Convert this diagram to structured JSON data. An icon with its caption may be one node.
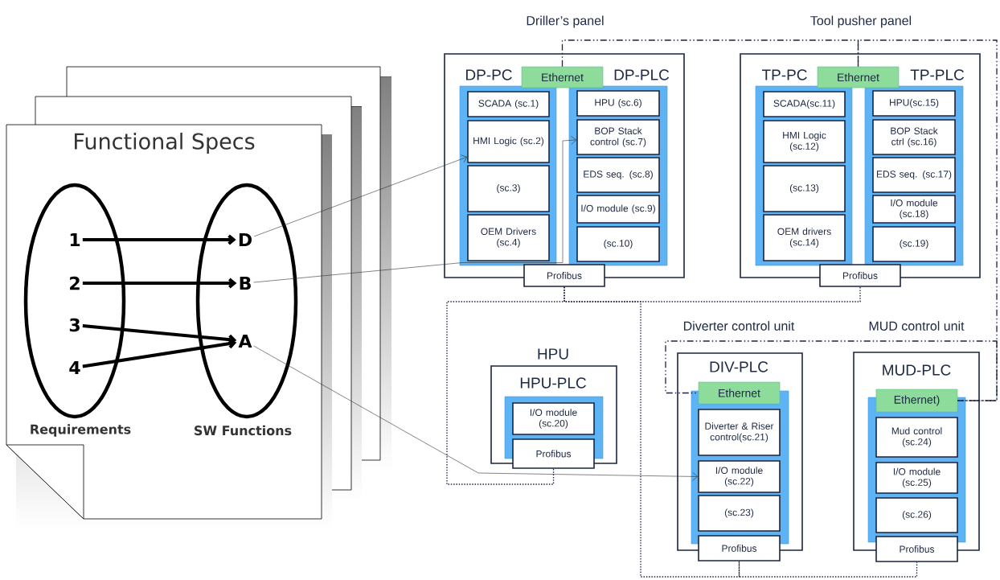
{
  "diagram": {
    "nodes": [
      {
        "text": [
          "Functional Specs"
        ]
      },
      {
        "text": [
          "Requirements"
        ],
        "in": 0
      },
      {
        "text": [
          "SW Functions"
        ],
        "in": 0
      },
      {
        "text": [
          "1"
        ],
        "in": 1
      },
      {
        "text": [
          "2"
        ],
        "in": 1
      },
      {
        "text": [
          "3"
        ],
        "in": 1
      },
      {
        "text": [
          "4"
        ],
        "in": 1
      },
      {
        "text": [
          "D"
        ],
        "in": 2
      },
      {
        "text": [
          "B"
        ],
        "in": 2
      },
      {
        "text": [
          "A"
        ],
        "in": 2
      },
      {
        "text": [
          "Driller’s panel",
          "DP-PC",
          "DP-PLC"
        ]
      },
      {
        "text": [
          "Ethernet"
        ],
        "in": 10
      },
      {
        "text": [
          "SCADA (sc.1)"
        ],
        "in": 10
      },
      {
        "text": [
          "HMI Logic (sc.2)"
        ],
        "in": 10
      },
      {
        "text": [
          "(sc.3)"
        ],
        "in": 10
      },
      {
        "text": [
          "OEM Drivers (sc.4)"
        ],
        "in": 10
      },
      {
        "text": [
          "HPU (sc.6)"
        ],
        "in": 10
      },
      {
        "text": [
          "BOP Stack control (sc.7)"
        ],
        "in": 10
      },
      {
        "text": [
          "EDS seq. (sc.8)"
        ],
        "in": 10
      },
      {
        "text": [
          "I/O module (sc.9)"
        ],
        "in": 10
      },
      {
        "text": [
          "(sc.10)"
        ],
        "in": 10
      },
      {
        "text": [
          "Profibus"
        ]
      },
      {
        "text": [
          "Tool pusher panel",
          "TP-PC",
          "TP-PLC"
        ]
      },
      {
        "text": [
          "Ethernet"
        ],
        "in": 22
      },
      {
        "text": [
          "SCADA(sc.11)"
        ],
        "in": 22
      },
      {
        "text": [
          "HMI Logic (sc.12)"
        ],
        "in": 22
      },
      {
        "text": [
          "(sc.13)"
        ],
        "in": 22
      },
      {
        "text": [
          "OEM drivers (sc.14)"
        ],
        "in": 22
      },
      {
        "text": [
          "HPU(sc.15)"
        ],
        "in": 22
      },
      {
        "text": [
          "BOP Stack ctrl (sc.16)"
        ],
        "in": 22
      },
      {
        "text": [
          "EDS seq. (sc.17)"
        ],
        "in": 22
      },
      {
        "text": [
          "I/O module (sc.18)"
        ],
        "in": 22
      },
      {
        "text": [
          "(sc.19)"
        ],
        "in": 22
      },
      {
        "text": [
          "Profibus"
        ]
      },
      {
        "text": [
          "HPU",
          "HPU-PLC"
        ]
      },
      {
        "text": [
          "I/O module (sc.20)"
        ],
        "in": 34
      },
      {
        "text": [
          "Profibus"
        ]
      },
      {
        "text": [
          "Diverter control unit",
          "DIV-PLC"
        ]
      },
      {
        "text": [
          "Ethernet"
        ],
        "in": 37
      },
      {
        "text": [
          "Diverter & Riser control(sc.21)"
        ],
        "in": 37
      },
      {
        "text": [
          "I/O module (sc.22)"
        ],
        "in": 37
      },
      {
        "text": [
          "(sc.23)"
        ],
        "in": 37
      },
      {
        "text": [
          "Profibus"
        ]
      },
      {
        "text": [
          "MUD control unit",
          "MUD-PLC"
        ]
      },
      {
        "text": [
          "Ethernet)"
        ],
        "in": 43
      },
      {
        "text": [
          "Mud control (sc.24)"
        ],
        "in": 43
      },
      {
        "text": [
          "I/O module (sc.25)"
        ],
        "in": 43
      },
      {
        "text": [
          "(sc.26)"
        ],
        "in": 43
      },
      {
        "text": [
          "Profibus"
        ]
      }
    ],
    "edges": [
      {
        "from": 3,
        "to": 7,
        "arrow": "to",
        "style": "thick"
      },
      {
        "from": 4,
        "to": 8,
        "arrow": "to",
        "style": "thick"
      },
      {
        "from": 5,
        "to": 9,
        "arrow": "to",
        "style": "thick"
      },
      {
        "from": 6,
        "to": 9,
        "arrow": "to",
        "style": "thick"
      },
      {
        "from": 7,
        "to": 13,
        "arrow": "to"
      },
      {
        "from": 8,
        "to": 17,
        "arrow": "to"
      },
      {
        "from": 9,
        "to": 40,
        "arrow": "to"
      },
      {
        "from": 11,
        "to": 23,
        "arrow": "none",
        "style": "dashed"
      },
      {
        "from": 23,
        "to": 44,
        "arrow": "none",
        "style": "dashed"
      },
      {
        "from": 44,
        "to": 38,
        "arrow": "none",
        "style": "dashed"
      },
      {
        "from": 21,
        "to": 33,
        "arrow": "none",
        "style": "dashed"
      },
      {
        "from": 21,
        "to": 36,
        "arrow": "none",
        "style": "dashed"
      },
      {
        "from": 21,
        "to": 42,
        "arrow": "none",
        "style": "dashed"
      },
      {
        "from": 42,
        "to": 48,
        "arrow": "none",
        "style": "dashed"
      }
    ]
  }
}
